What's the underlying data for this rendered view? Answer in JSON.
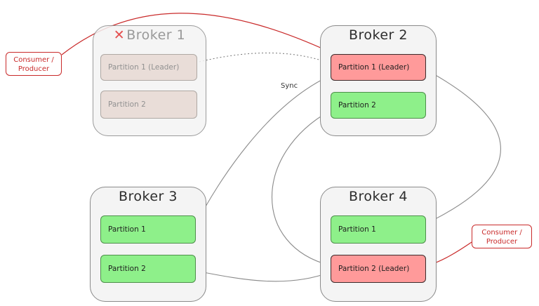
{
  "brokers": [
    {
      "title": "Broker 1",
      "failed": true,
      "partitions": [
        "Partition 1 (Leader)",
        "Partition 2"
      ]
    },
    {
      "title": "Broker 2",
      "failed": false,
      "partitions": [
        "Partition 1 (Leader)",
        "Partition 2"
      ]
    },
    {
      "title": "Broker 3",
      "failed": false,
      "partitions": [
        "Partition 1",
        "Partition 2"
      ]
    },
    {
      "title": "Broker 4",
      "failed": false,
      "partitions": [
        "Partition 1",
        "Partition 2 (Leader)"
      ]
    }
  ],
  "failed_marker": "✕",
  "clients": [
    {
      "line1": "Consumer /",
      "line2": "Producer"
    },
    {
      "line1": "Consumer /",
      "line2": "Producer"
    }
  ],
  "sync_label": "Sync",
  "colors": {
    "leader": "#ff9a9a",
    "follower": "#8ef08a",
    "failed_partition": "#e6d8d2",
    "client_accent": "#c92a2a",
    "failed_marker": "#e03131"
  }
}
